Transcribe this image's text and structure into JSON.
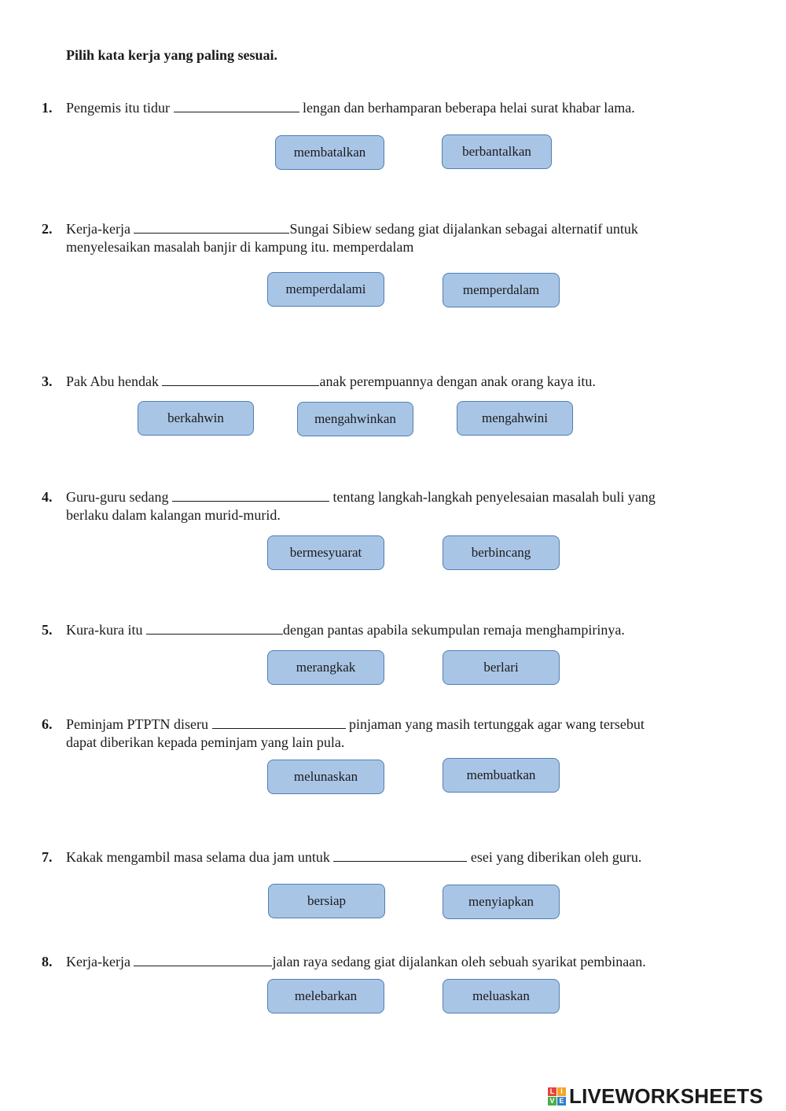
{
  "instruction": "Pilih kata kerja yang paling sesuai.",
  "questions": [
    {
      "number": "1.",
      "before": "Pengemis itu tidur",
      "after": "lengan dan berhamparan beberapa helai surat khabar lama.",
      "options": [
        "membatalkan",
        "berbantalkan"
      ]
    },
    {
      "number": "2.",
      "before": "Kerja-kerja",
      "after": "Sungai Sibiew sedang giat dijalankan sebagai alternatif untuk",
      "line2": "menyelesaikan masalah banjir di kampung itu. memperdalam",
      "options": [
        "memperdalami",
        "memperdalam"
      ]
    },
    {
      "number": "3.",
      "before": "Pak Abu hendak",
      "after": "anak perempuannya dengan anak orang kaya itu.",
      "options": [
        "berkahwin",
        "mengahwinkan",
        "mengahwini"
      ]
    },
    {
      "number": "4.",
      "before": "Guru-guru sedang",
      "after": "tentang langkah-langkah penyelesaian masalah buli yang",
      "line2": "berlaku dalam kalangan murid-murid.",
      "options": [
        "bermesyuarat",
        "berbincang"
      ]
    },
    {
      "number": "5.",
      "before": "Kura-kura itu",
      "after": "dengan pantas apabila sekumpulan remaja menghampirinya.",
      "options": [
        "merangkak",
        "berlari"
      ]
    },
    {
      "number": "6.",
      "before": "Peminjam PTPTN diseru",
      "after": "pinjaman yang masih tertunggak agar wang tersebut",
      "line2": "dapat diberikan kepada peminjam yang lain pula.",
      "options": [
        "melunaskan",
        "membuatkan"
      ]
    },
    {
      "number": "7.",
      "before": "Kakak mengambil masa selama dua jam untuk",
      "after": "esei yang diberikan oleh guru.",
      "options": [
        "bersiap",
        "menyiapkan"
      ]
    },
    {
      "number": "8.",
      "before": "Kerja-kerja",
      "after": "jalan raya sedang giat dijalankan oleh sebuah syarikat pembinaan.",
      "options": [
        "melebarkan",
        "meluaskan"
      ]
    }
  ],
  "logo": {
    "text": "LIVEWORKSHEETS",
    "mark_letters": [
      "L",
      "I",
      "V",
      "E"
    ],
    "mark_colors": [
      "#e8433a",
      "#f5a623",
      "#4cae4c",
      "#2f80c7"
    ]
  }
}
